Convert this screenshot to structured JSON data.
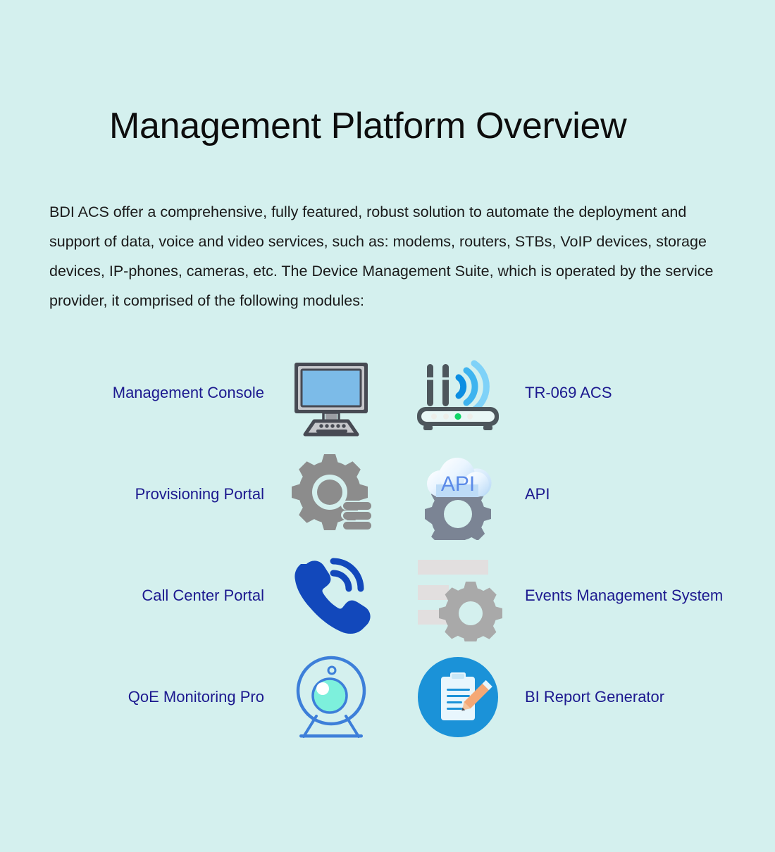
{
  "theme": {
    "background": "#d4f0ee",
    "title_color": "#0d0d0d",
    "body_text_color": "#1a1a1a",
    "label_color": "#1c198f"
  },
  "header": {
    "title": "Management Platform Overview"
  },
  "intro": {
    "paragraph": "BDI ACS offer a comprehensive, fully featured, robust solution to automate the deployment and support of data, voice and video services, such as: modems, routers, STBs, VoIP devices, storage devices, IP-phones, cameras, etc. The Device Management Suite, which is operated by the service provider, it comprised of the following modules:"
  },
  "modules": {
    "rows": [
      {
        "left": {
          "label": "Management Console",
          "icon": "desktop-computer-icon"
        },
        "right": {
          "label": "TR-069 ACS",
          "icon": "wifi-router-icon"
        }
      },
      {
        "left": {
          "label": "Provisioning Portal",
          "icon": "gear-database-icon"
        },
        "right": {
          "label": "API",
          "icon": "cloud-api-gear-icon",
          "glyph_text": "API"
        }
      },
      {
        "left": {
          "label": "Call Center Portal",
          "icon": "phone-ringing-icon"
        },
        "right": {
          "label": "Events Management System",
          "icon": "list-gear-icon"
        }
      },
      {
        "left": {
          "label": "QoE Monitoring Pro",
          "icon": "webcam-icon"
        },
        "right": {
          "label": "BI Report Generator",
          "icon": "clipboard-pencil-icon"
        }
      }
    ]
  },
  "icon_colors": {
    "monitor_frame": "#474a53",
    "monitor_bezel": "#c6c7cb",
    "monitor_screen": "#7cbbe8",
    "router_body": "#4d565c",
    "router_led_active": "#12d668",
    "wifi_arc_inner": "#0b8ee2",
    "wifi_arc_outer": "#7fd2f8",
    "gear_gray": "#8c8c8c",
    "gear_blue_gray": "#7b8494",
    "cloud_light": "#f2f9ff",
    "cloud_blue": "#b6d8f6",
    "api_text": "#5b8ae8",
    "phone_blue": "#1248bb",
    "list_bar_gray": "#e2dfdf",
    "events_gear_gray": "#a9a9a9",
    "webcam_outline": "#3d7fd9",
    "webcam_lens": "#7df0dc",
    "report_circle": "#1b92d8",
    "report_clipboard": "#e8f6fd",
    "report_pencil": "#f5a876"
  }
}
